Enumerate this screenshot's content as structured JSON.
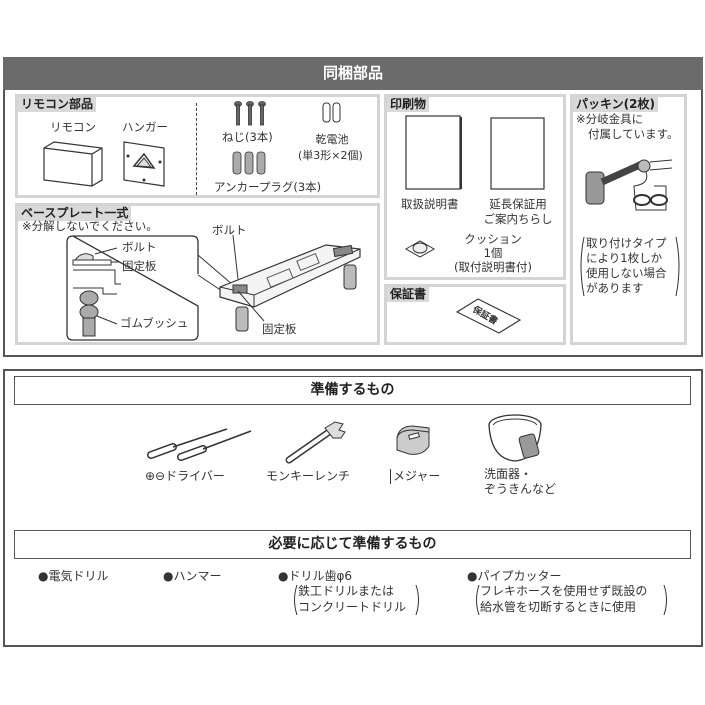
{
  "included": {
    "title": "同梱部品",
    "remote": {
      "title": "リモコン部品",
      "remote_label": "リモコン",
      "hanger_label": "ハンガー",
      "screws_label": "ねじ(3本)",
      "battery_label": "乾電池",
      "battery_note": "(単3形×2個)",
      "anchor_label": "アンカープラグ(3本)"
    },
    "baseplate": {
      "title": "ベースプレート一式",
      "note": "※分解しないでください。",
      "callout_bolt": "ボルト",
      "callout_plate": "固定板",
      "callout_bush": "ゴムブッシュ",
      "bolt_label": "ボルト",
      "plate_label": "固定板"
    },
    "printed": {
      "title": "印刷物",
      "manual_label": "取扱説明書",
      "warranty_flyer_line1": "延長保証用",
      "warranty_flyer_line2": "ご案内ちらし",
      "cushion_line1": "クッション",
      "cushion_line2": "1個",
      "cushion_line3": "(取付説明書付)"
    },
    "warranty": {
      "title": "保証書",
      "card_text": "保証書"
    },
    "packing": {
      "title": "パッキン(2枚)",
      "note_line1": "※分岐金具に",
      "note_line2": "付属しています。",
      "paren_line1": "取り付けタイプ",
      "paren_line2": "により1枚しか",
      "paren_line3": "使用しない場合",
      "paren_line4": "があります"
    }
  },
  "prepare": {
    "title": "準備するもの",
    "items": [
      {
        "label": "⊕⊖ドライバー",
        "icon": "screwdriver-icon"
      },
      {
        "label": "モンキーレンチ",
        "icon": "wrench-icon"
      },
      {
        "label": "メジャー",
        "icon": "tape-measure-icon"
      },
      {
        "label_line1": "洗面器・",
        "label_line2": "ぞうきんなど",
        "icon": "basin-icon"
      }
    ]
  },
  "optional": {
    "title": "必要に応じて準備するもの",
    "items": [
      {
        "label": "●電気ドリル"
      },
      {
        "label": "●ハンマー"
      },
      {
        "label": "●ドリル歯φ6",
        "note_line1": "鉄工ドリルまたは",
        "note_line2": "コンクリートドリル"
      },
      {
        "label": "●パイプカッター",
        "note_line1": "フレキホースを使用せず既設の",
        "note_line2": "給水管を切断するときに使用"
      }
    ]
  }
}
